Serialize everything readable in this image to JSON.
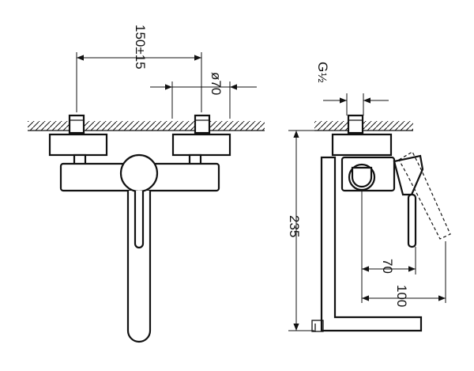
{
  "dimensions": {
    "center_distance": "150±15",
    "wall_flange_diameter": "ø70",
    "thread": "G",
    "thread_fraction": "½",
    "height": "235",
    "handle_projection": "70",
    "spout_projection": "100"
  }
}
